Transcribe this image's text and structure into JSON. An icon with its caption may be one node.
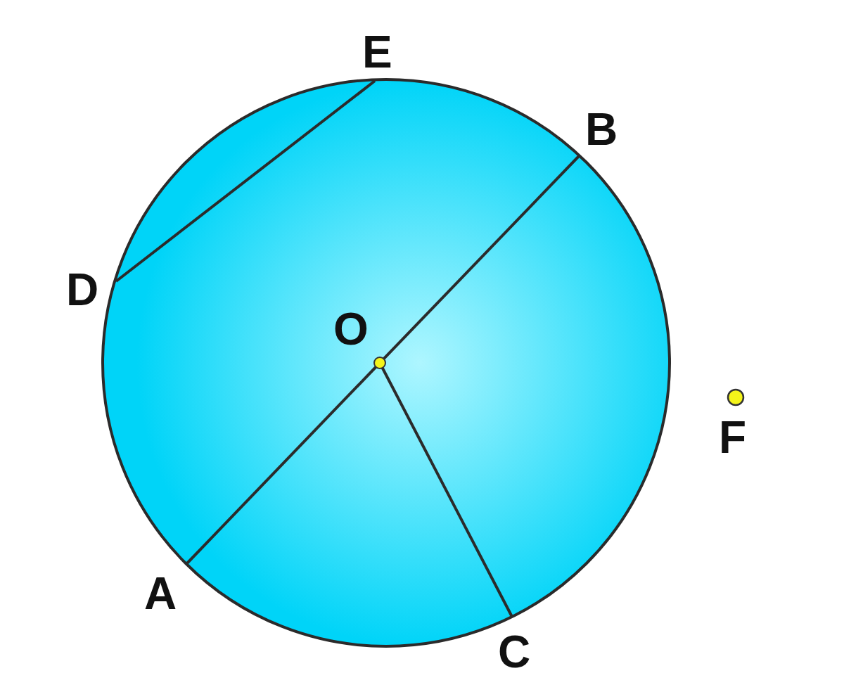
{
  "diagram": {
    "nodes": [
      {
        "text": [
          "E"
        ]
      },
      {
        "text": [
          "B"
        ]
      },
      {
        "text": [
          "D"
        ]
      },
      {
        "text": [
          "O"
        ]
      },
      {
        "text": [
          "A"
        ]
      },
      {
        "text": [
          "C"
        ]
      }
    ],
    "edges": [
      {
        "from": 2,
        "to": 0,
        "arrow": "none"
      },
      {
        "from": 3,
        "to": 1,
        "arrow": "none"
      },
      {
        "from": 3,
        "to": 4,
        "arrow": "none"
      },
      {
        "from": 3,
        "to": 5,
        "arrow": "none"
      }
    ],
    "labels": [
      "F"
    ]
  }
}
